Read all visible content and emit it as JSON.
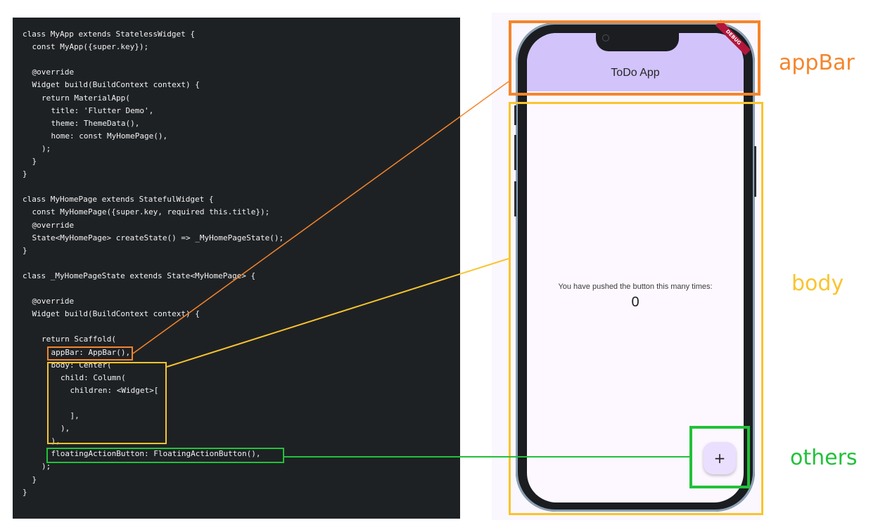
{
  "code_lines": [
    {
      "indent": 0,
      "text": "class MyApp extends StatelessWidget {"
    },
    {
      "indent": 1,
      "text": "const MyApp({super.key});"
    },
    {
      "indent": 0,
      "text": ""
    },
    {
      "indent": 1,
      "text": "@override"
    },
    {
      "indent": 1,
      "text": "Widget build(BuildContext context) {"
    },
    {
      "indent": 2,
      "text": "return MaterialApp("
    },
    {
      "indent": 3,
      "text": "title: 'Flutter Demo',"
    },
    {
      "indent": 3,
      "text": "theme: ThemeData(),"
    },
    {
      "indent": 3,
      "text": "home: const MyHomePage(),"
    },
    {
      "indent": 2,
      "text": ");"
    },
    {
      "indent": 1,
      "text": "}"
    },
    {
      "indent": 0,
      "text": "}"
    },
    {
      "indent": 0,
      "text": ""
    },
    {
      "indent": 0,
      "text": "class MyHomePage extends StatefulWidget {"
    },
    {
      "indent": 1,
      "text": "const MyHomePage({super.key, required this.title});"
    },
    {
      "indent": 1,
      "text": "@override"
    },
    {
      "indent": 1,
      "text": "State<MyHomePage> createState() => _MyHomePageState();"
    },
    {
      "indent": 0,
      "text": "}"
    },
    {
      "indent": 0,
      "text": ""
    },
    {
      "indent": 0,
      "text": "class _MyHomePageState extends State<MyHomePage> {"
    },
    {
      "indent": 0,
      "text": ""
    },
    {
      "indent": 1,
      "text": "@override"
    },
    {
      "indent": 1,
      "text": "Widget build(BuildContext context) {"
    },
    {
      "indent": 0,
      "text": ""
    },
    {
      "indent": 2,
      "text": "return Scaffold("
    },
    {
      "indent": 3,
      "text": "appBar: AppBar(),"
    },
    {
      "indent": 3,
      "text": "body: Center("
    },
    {
      "indent": 4,
      "text": "child: Column("
    },
    {
      "indent": 5,
      "text": "children: <Widget>["
    },
    {
      "indent": 0,
      "text": ""
    },
    {
      "indent": 5,
      "text": "],"
    },
    {
      "indent": 4,
      "text": "),"
    },
    {
      "indent": 3,
      "text": "),"
    },
    {
      "indent": 3,
      "text": "floatingActionButton: FloatingActionButton(),"
    },
    {
      "indent": 2,
      "text": ");"
    },
    {
      "indent": 1,
      "text": "}"
    },
    {
      "indent": 0,
      "text": "}"
    }
  ],
  "phone": {
    "app_bar_title": "ToDo App",
    "debug_banner": "DEBUG",
    "counter_label": "You have pushed the button this many times:",
    "counter_value": "0",
    "fab_icon": "plus-icon",
    "fab_symbol": "+"
  },
  "annotations": {
    "appbar": {
      "label": "appBar",
      "color": "#f5852b"
    },
    "body": {
      "label": "body",
      "color": "#f9c42e"
    },
    "others": {
      "label": "others",
      "color": "#22c13a"
    }
  },
  "colors": {
    "code_bg": "#1e2124",
    "code_text": "#f2f2f2",
    "app_bar_bg": "#d2c3fb",
    "screen_bg": "#fdf8ff",
    "fab_bg": "#eadfff"
  }
}
